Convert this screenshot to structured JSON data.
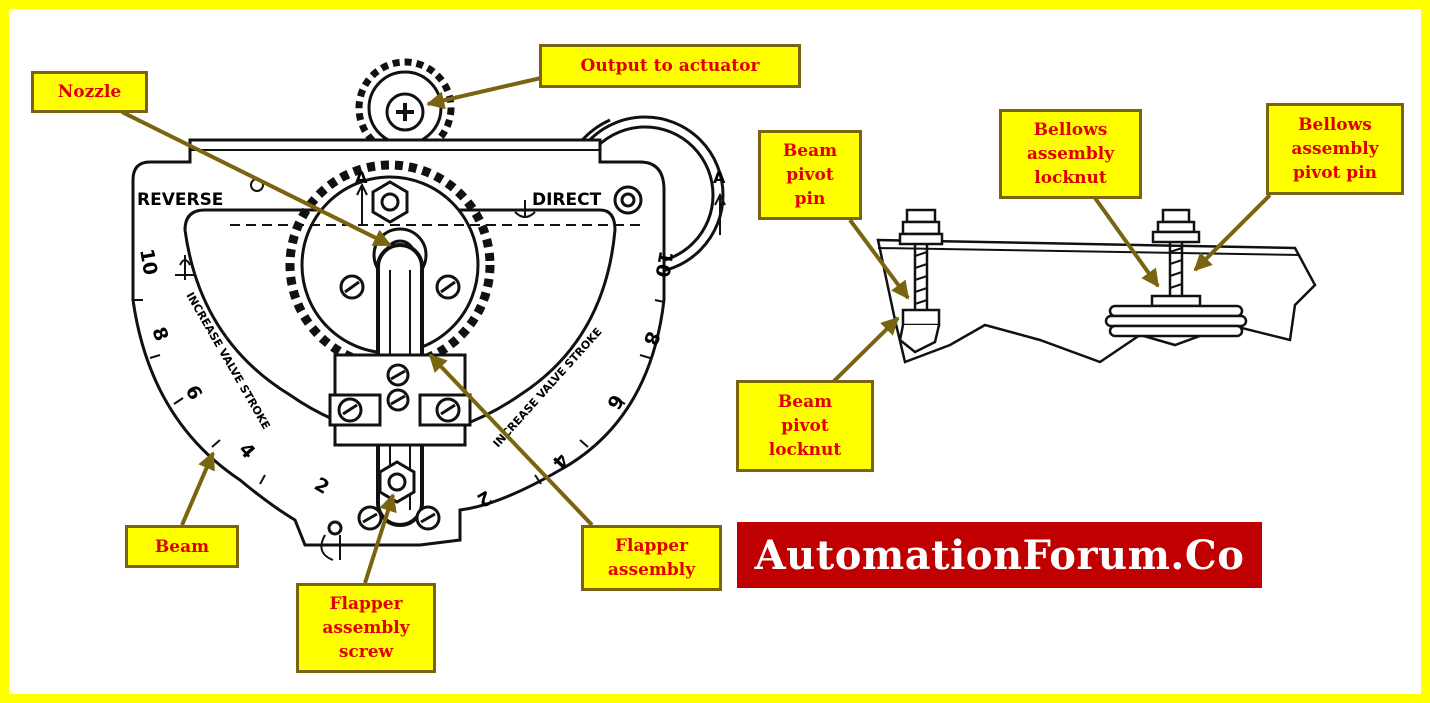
{
  "callouts": {
    "output_to_actuator": "Output to actuator",
    "nozzle": "Nozzle",
    "beam": "Beam",
    "flapper_assembly_screw": "Flapper\nassembly\nscrew",
    "flapper_assembly": "Flapper\nassembly",
    "beam_pivot_pin": "Beam\npivot\npin",
    "beam_pivot_locknut": "Beam\npivot\nlocknut",
    "bellows_assembly_locknut": "Bellows\nassembly\nlocknut",
    "bellows_assembly_pivot_pin": "Bellows\nassembly\npivot pin"
  },
  "drawing": {
    "reverse_label": "REVERSE",
    "direct_label": "DIRECT",
    "section_mark": "A",
    "increase_stroke_left": "INCREASE VALVE STROKE",
    "increase_stroke_right": "INCREASE VALVE STROKE",
    "scale_left": [
      "10",
      "8",
      "6",
      "4",
      "2"
    ],
    "scale_right": [
      "10",
      "8",
      "6",
      "4",
      "2"
    ]
  },
  "brand": "AutomationForum.Co",
  "colors": {
    "frame": "#ffff00",
    "callout_bg": "#ffff00",
    "callout_border": "#7a6410",
    "callout_text": "#e00000",
    "arrow": "#7a6410",
    "brand_bg": "#c00000",
    "brand_text": "#ffffff"
  }
}
